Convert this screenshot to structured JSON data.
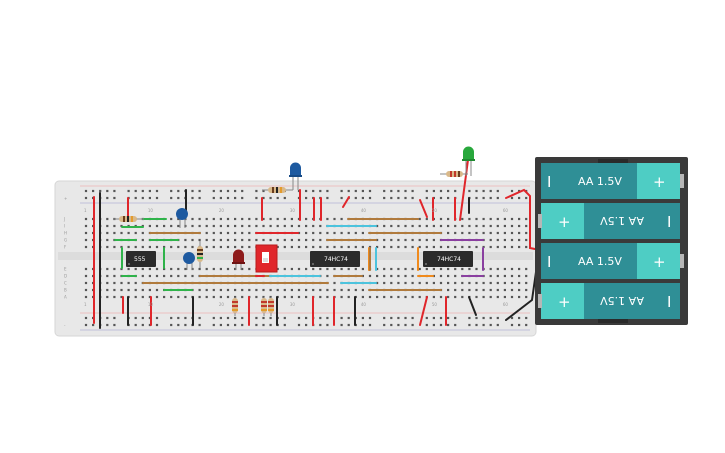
{
  "circuit": {
    "title": "",
    "chips": [
      {
        "id": "chip-555",
        "label": "555"
      },
      {
        "id": "chip-74hc74-1",
        "label": "74HC74"
      },
      {
        "id": "chip-74hc74-2",
        "label": "74HC74"
      }
    ],
    "battery_pack": {
      "cells": [
        {
          "label": "AA 1.5V",
          "orientation": "normal",
          "plus": "+",
          "minus": "I"
        },
        {
          "label": "AA 1.5V",
          "orientation": "flipped",
          "plus": "+",
          "minus": "I"
        },
        {
          "label": "AA 1.5V",
          "orientation": "normal",
          "plus": "+",
          "minus": "I"
        },
        {
          "label": "AA 1.5V",
          "orientation": "flipped",
          "plus": "+",
          "minus": "I"
        }
      ]
    },
    "breadboard": {
      "row_letters_top": [
        "J",
        "I",
        "H",
        "G",
        "F"
      ],
      "row_letters_bottom": [
        "E",
        "D",
        "C",
        "B",
        "A"
      ],
      "column_marks": [
        "1",
        "10",
        "20",
        "30",
        "40",
        "50",
        "60"
      ],
      "rail_plus": "+",
      "rail_minus": "-"
    },
    "colors": {
      "board": "#e8e8e8",
      "battery_case": "#3a3a3a",
      "battery_cell": "#2f9aa0",
      "battery_cap": "#4ecdc4",
      "chip": "#2b2b2b",
      "wire_red": "#e0262b",
      "wire_green": "#2fb34a",
      "wire_black": "#222222",
      "wire_brown": "#b07a3c",
      "wire_cyan": "#4cc3dd",
      "wire_purple": "#8a3fa0",
      "wire_orange": "#f08a1c"
    }
  }
}
